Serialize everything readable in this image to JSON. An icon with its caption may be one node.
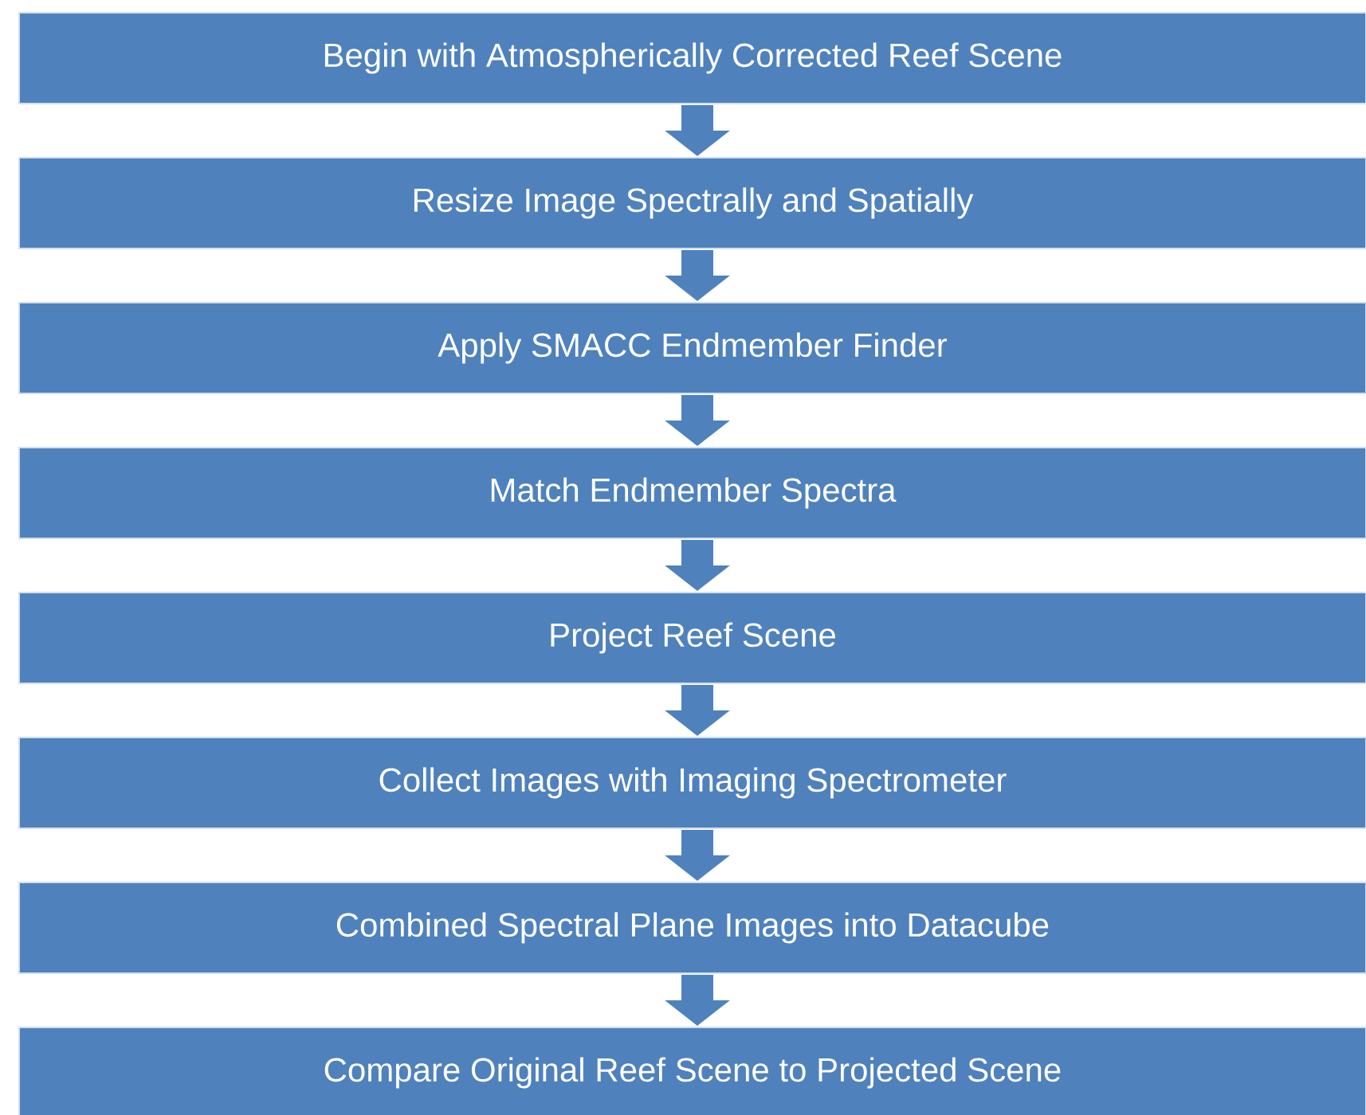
{
  "diagram": {
    "nodes": [
      {
        "text": [
          "Begin with Atmospherically  Corrected Reef Scene"
        ]
      },
      {
        "text": [
          "Resize Image Spectrally and Spatially"
        ]
      },
      {
        "text": [
          "Apply SMACC Endmember Finder"
        ]
      },
      {
        "text": [
          "Match Endmember Spectra"
        ]
      },
      {
        "text": [
          "Project Reef Scene"
        ]
      },
      {
        "text": [
          "Collect Images with Imaging Spectrometer"
        ]
      },
      {
        "text": [
          "Combined Spectral Plane Images into Datacube"
        ]
      },
      {
        "text": [
          "Compare Original Reef  Scene to Projected Scene"
        ]
      }
    ],
    "edges": [
      {
        "from": 0,
        "to": 1,
        "arrow": "to"
      },
      {
        "from": 1,
        "to": 2,
        "arrow": "to"
      },
      {
        "from": 2,
        "to": 3,
        "arrow": "to"
      },
      {
        "from": 3,
        "to": 4,
        "arrow": "to"
      },
      {
        "from": 4,
        "to": 5,
        "arrow": "to"
      },
      {
        "from": 5,
        "to": 6,
        "arrow": "to"
      },
      {
        "from": 6,
        "to": 7,
        "arrow": "to"
      }
    ]
  }
}
